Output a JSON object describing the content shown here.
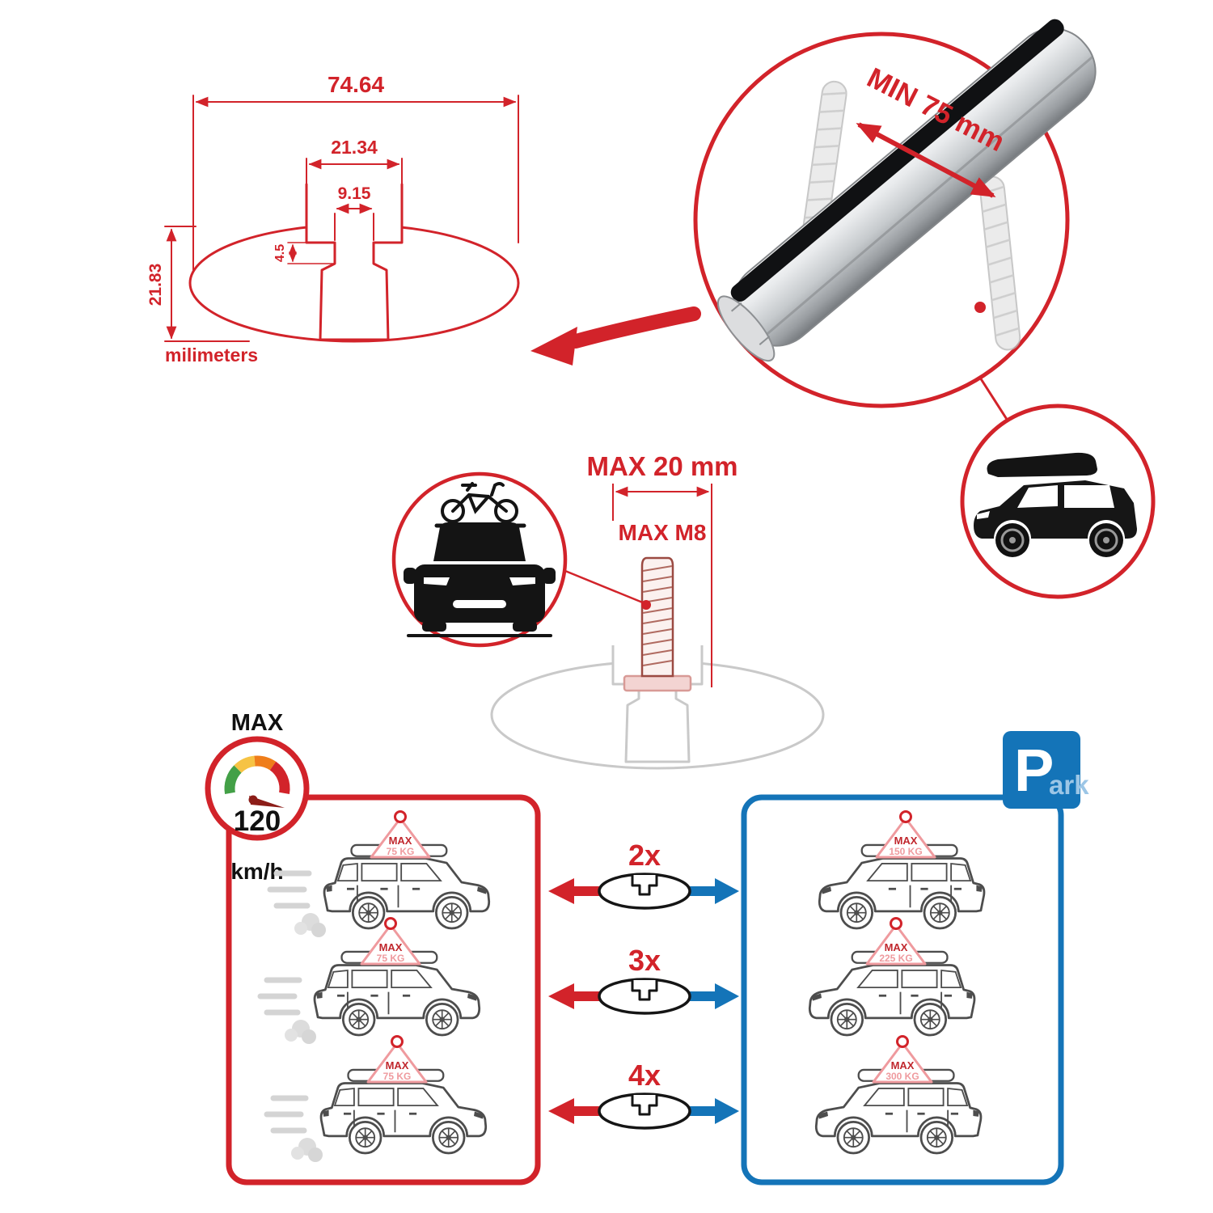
{
  "profile_diagram": {
    "total_width": "74.64",
    "channel_width": "21.34",
    "slot_width": "9.15",
    "lip_height": "4.5",
    "total_height": "21.83",
    "units_label": "milimeters"
  },
  "bar_detail": {
    "min_span_label": "MIN 75 mm"
  },
  "bolt_spec": {
    "max_length_label": "MAX 20 mm",
    "max_thread_label": "MAX M8"
  },
  "speed_limit": {
    "title": "MAX",
    "value": "120",
    "unit": "km/h"
  },
  "parking_sign": {
    "letter": "P",
    "rest": "ark"
  },
  "capacity": {
    "rows": [
      {
        "count": "2x",
        "driving": {
          "label": "MAX",
          "load": "75 KG"
        },
        "parked": {
          "label": "MAX",
          "load": "150 KG"
        }
      },
      {
        "count": "3x",
        "driving": {
          "label": "MAX",
          "load": "75 KG"
        },
        "parked": {
          "label": "MAX",
          "load": "225 KG"
        }
      },
      {
        "count": "4x",
        "driving": {
          "label": "MAX",
          "load": "75 KG"
        },
        "parked": {
          "label": "MAX",
          "load": "300 KG"
        }
      }
    ]
  },
  "colors": {
    "red": "#d2232a",
    "blue": "#1474b8",
    "pink": "#ef9a9e",
    "gray": "#c6c6c6",
    "dark": "#141414"
  }
}
